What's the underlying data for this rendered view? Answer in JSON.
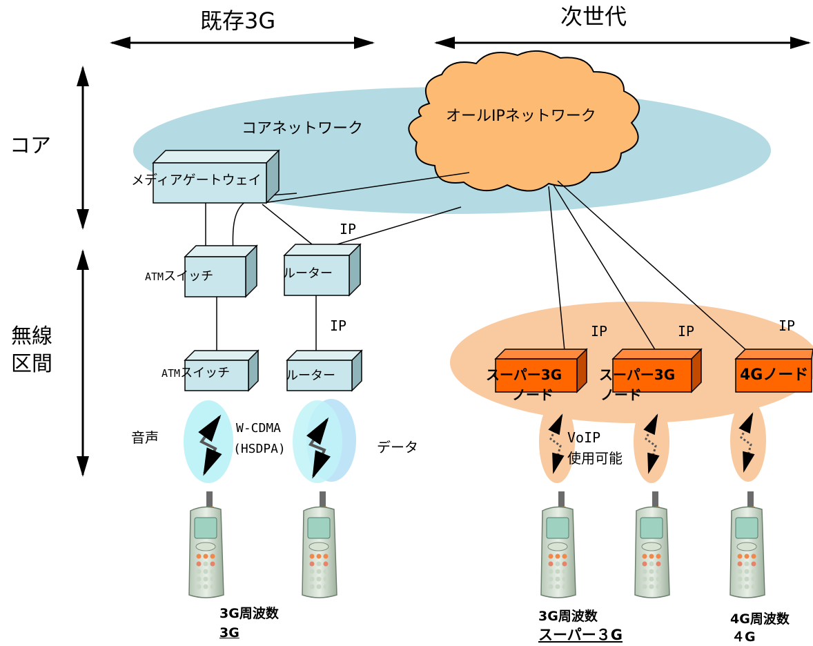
{
  "headers": {
    "existing": "既存3G",
    "next_gen": "次世代"
  },
  "side_labels": {
    "core": "コア",
    "radio_line1": "無線",
    "radio_line2": "区間"
  },
  "core_network": {
    "label": "コアネットワーク",
    "fill": "#b4dbe3"
  },
  "all_ip_cloud": {
    "label": "オールIPネットワーク",
    "fill": "#fdba72"
  },
  "media_gateway": {
    "label": "メディアゲートウェイ",
    "fill": "#c8e6eb"
  },
  "atm_switch_upper": {
    "prefix": "ATM",
    "label": "スイッチ"
  },
  "router_upper": {
    "label": "ルーター"
  },
  "atm_switch_lower": {
    "prefix": "ATM",
    "label": "スイッチ"
  },
  "router_lower": {
    "label": "ルーター"
  },
  "ip_labels": [
    "IP",
    "IP",
    "IP",
    "IP",
    "IP"
  ],
  "nodes": [
    {
      "line1": "スーパー3G",
      "line2": "ノード"
    },
    {
      "line1": "スーパー3G",
      "line2": "ノード"
    },
    {
      "line1": "4Gノード",
      "line2": ""
    }
  ],
  "node_fill": "#ff6600",
  "radio_area_fill": "#f9c9a0",
  "voice_label": "音声",
  "wcdma_label_line1": "W-CDMA",
  "wcdma_label_line2": "(HSDPA)",
  "data_label": "データ",
  "voip_line1": "VoIP",
  "voip_line2": "使用可能",
  "bottom_3g": {
    "freq": "3G周波数",
    "name": "3G"
  },
  "bottom_super3g": {
    "freq": "3G周波数",
    "name": "スーパー３G"
  },
  "bottom_4g": {
    "freq": "4G周波数",
    "name": "４G"
  }
}
